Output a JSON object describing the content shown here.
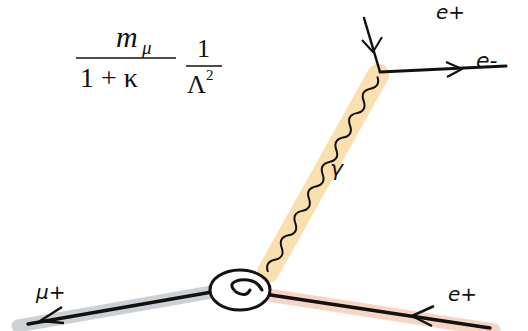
{
  "diagram": {
    "labels": [
      "m",
      "μ",
      "1 + κ",
      "1",
      "Λ",
      "2",
      "e+",
      "e-",
      "γ",
      "μ+",
      "e+"
    ]
  }
}
